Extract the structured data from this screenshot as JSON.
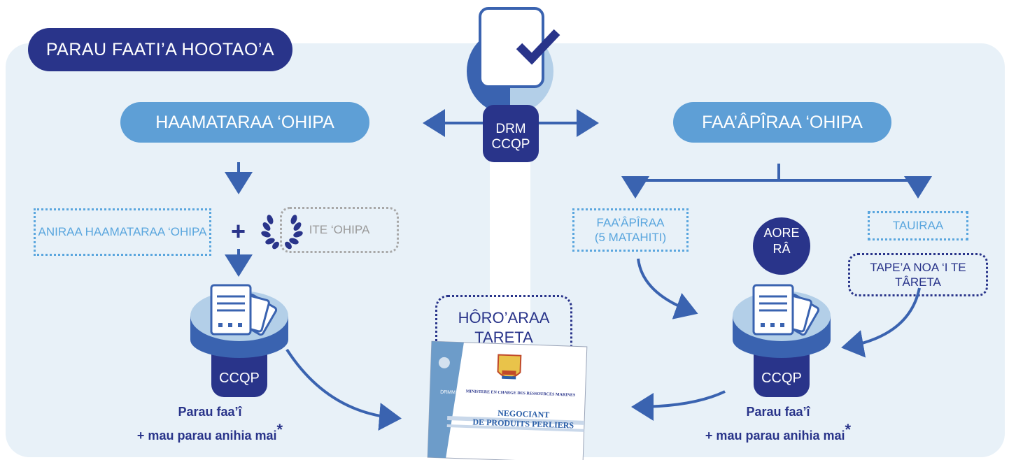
{
  "title": "PARAU FAATI’A HOOTAO’A",
  "center": {
    "line1": "DRM",
    "line2": "CCQP"
  },
  "left": {
    "pill": "HAAMATARAA ‘OHIPA",
    "box": "ANIRAA HAAMATARAA ‘OHIPA",
    "plus": "+",
    "grey_box": "ITE ‘OHIPA",
    "node_label": "CCQP",
    "caption_line1": "Parau faa’î",
    "caption_line2": "+ mau parau anihia mai",
    "asterisk": "*"
  },
  "right": {
    "pill": "FAA’ÂPÎRAA ‘OHIPA",
    "box_left": "FAA’ÂPÎRAA\n(5 MATAHITI)",
    "aore": "AORE\nRÂ",
    "box_right": "TAUIRAA",
    "navy_box": "TAPE’A NOA ‘I TE\nTÂRETA",
    "node_label": "CCQP",
    "caption_line1": "Parau faa’î",
    "caption_line2": "+ mau parau anihia mai",
    "asterisk": "*"
  },
  "card": {
    "label": "HÔRO’ARAA\nTARETA",
    "logo": "DRMM",
    "ministry": "MINISTERE EN CHARGE DES RESSOURCES MARINES",
    "title_line1": "NEGOCIANT",
    "title_line2": "DE PRODUITS PERLIERS"
  },
  "colors": {
    "navy": "#29348a",
    "mid_blue": "#3a63b0",
    "light_blue": "#5e9fd6",
    "dotted": "#5aa6de",
    "panel": "#e8f1f8"
  }
}
